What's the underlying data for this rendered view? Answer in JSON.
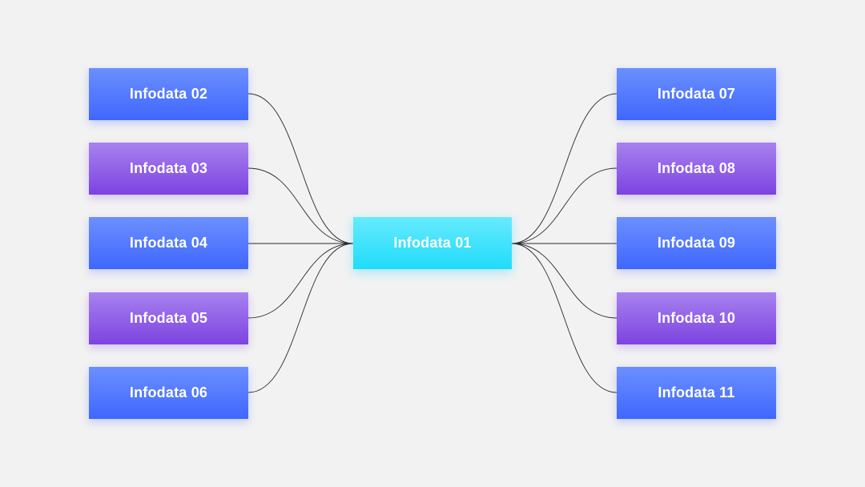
{
  "diagram": {
    "center": {
      "label": "Infodata 01"
    },
    "left_nodes": [
      {
        "label": "Infodata 02",
        "color": "blue"
      },
      {
        "label": "Infodata 03",
        "color": "purple"
      },
      {
        "label": "Infodata 04",
        "color": "blue"
      },
      {
        "label": "Infodata 05",
        "color": "purple"
      },
      {
        "label": "Infodata 06",
        "color": "blue"
      }
    ],
    "right_nodes": [
      {
        "label": "Infodata 07",
        "color": "blue"
      },
      {
        "label": "Infodata 08",
        "color": "purple"
      },
      {
        "label": "Infodata 09",
        "color": "blue"
      },
      {
        "label": "Infodata 10",
        "color": "purple"
      },
      {
        "label": "Infodata 11",
        "color": "blue"
      }
    ],
    "colors": {
      "blue": "#4f76fd",
      "purple": "#9060e6",
      "cyan": "#3fe2fc",
      "connector": "#2a2a2a",
      "background": "#f2f2f2"
    }
  }
}
